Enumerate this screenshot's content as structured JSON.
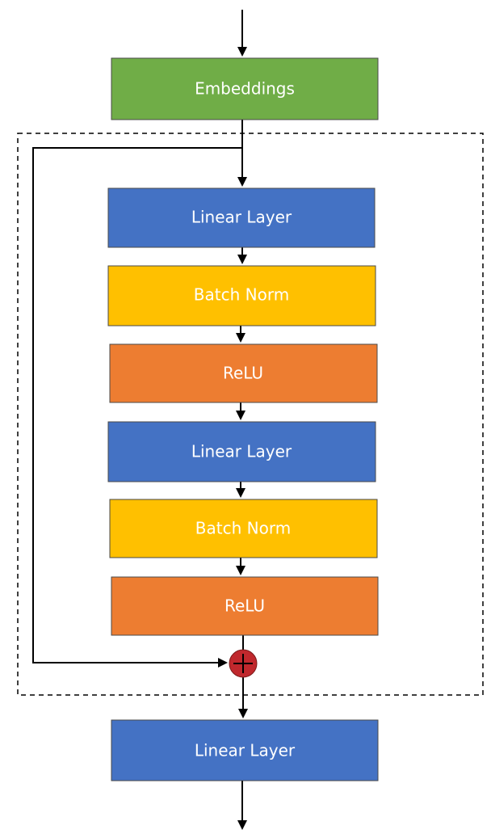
{
  "diagram": {
    "blocks": [
      {
        "id": "embeddings",
        "label": "Embeddings",
        "color": "#70AD47"
      },
      {
        "id": "linear-layer-1",
        "label": "Linear Layer",
        "color": "#4472C4"
      },
      {
        "id": "batch-norm-1",
        "label": "Batch Norm",
        "color": "#FFC000"
      },
      {
        "id": "relu-1",
        "label": "ReLU",
        "color": "#ED7D31"
      },
      {
        "id": "linear-layer-2",
        "label": "Linear Layer",
        "color": "#4472C4"
      },
      {
        "id": "batch-norm-2",
        "label": "Batch Norm",
        "color": "#FFC000"
      },
      {
        "id": "relu-2",
        "label": "ReLU",
        "color": "#ED7D31"
      },
      {
        "id": "linear-layer-3",
        "label": "Linear Layer",
        "color": "#4472C4"
      }
    ],
    "sum_node": {
      "symbol": "plus-icon",
      "color": "#C0282D"
    },
    "residual_group": {
      "border": "dashed"
    },
    "line_color": "#000000"
  }
}
